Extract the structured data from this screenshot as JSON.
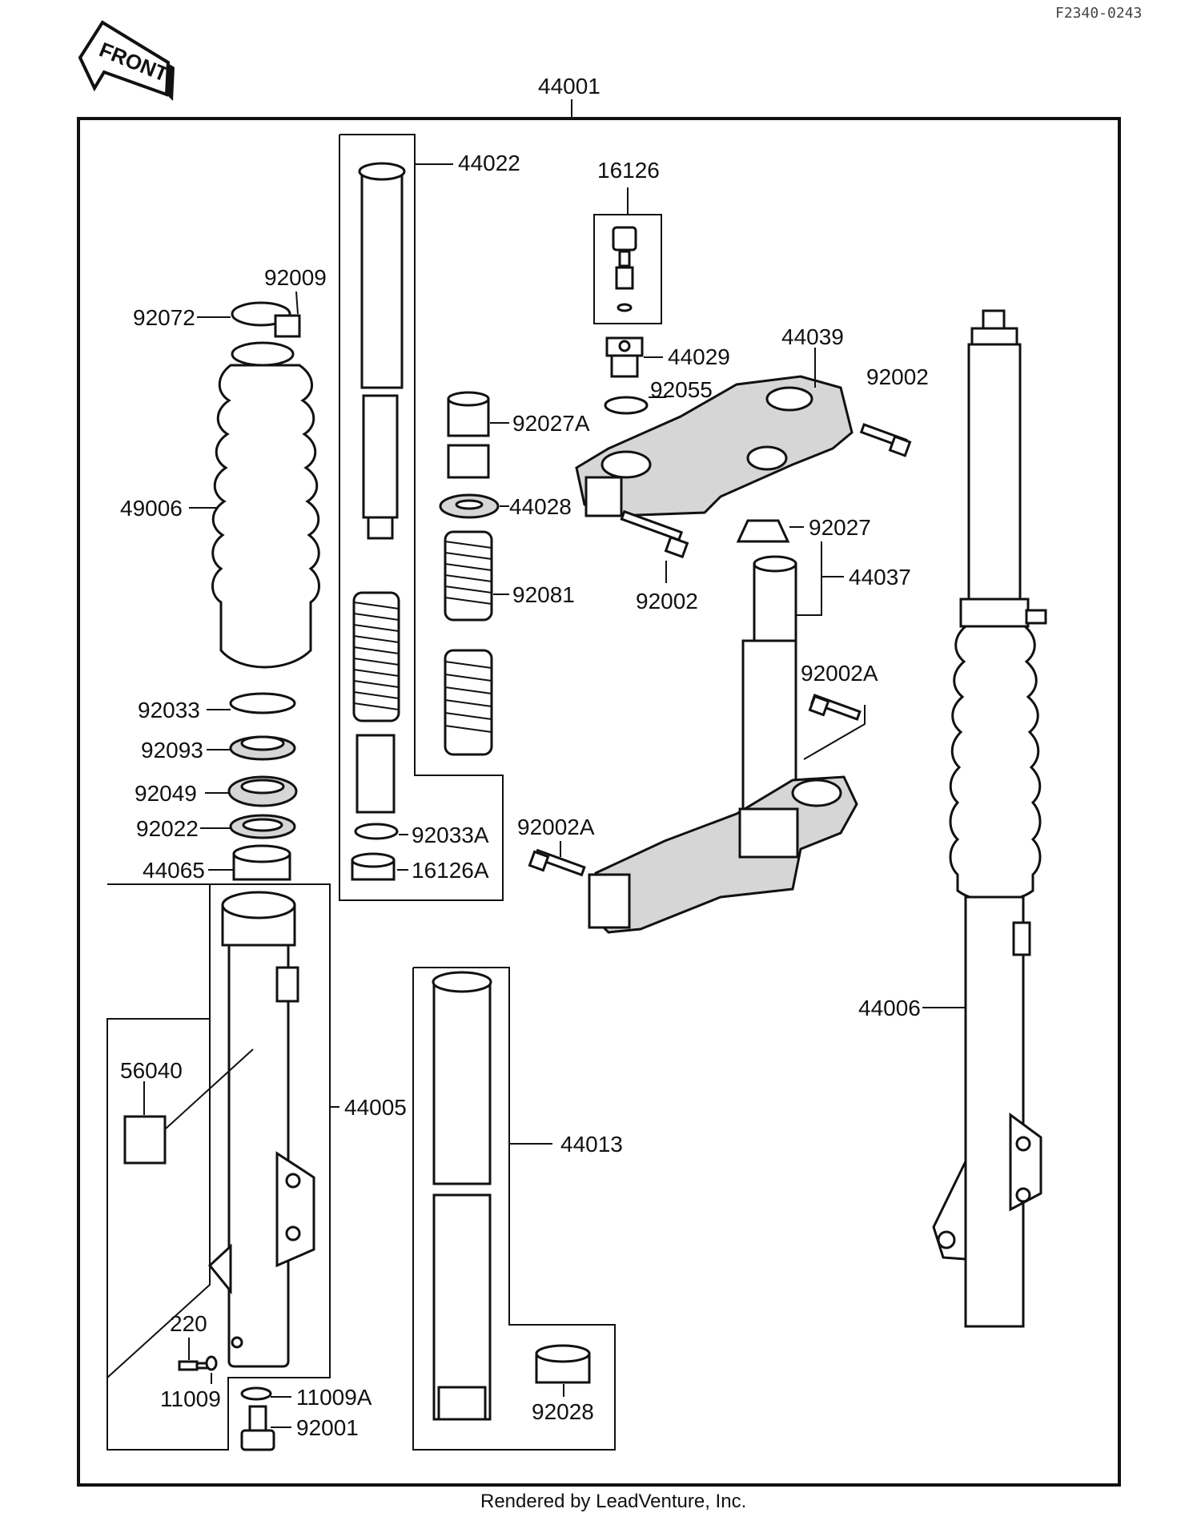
{
  "ref_code": "F2340-0243",
  "front_label": "FRONT",
  "footer": "Rendered by LeadVenture, Inc.",
  "callouts": {
    "p44001": "44001",
    "p44022": "44022",
    "p16126": "16126",
    "p92009": "92009",
    "p92072": "92072",
    "p44029": "44029",
    "p44039": "44039",
    "p92002_tr": "92002",
    "p92055": "92055",
    "p92027A": "92027A",
    "p49006": "49006",
    "p44028": "44028",
    "p92027": "92027",
    "p92002_c": "92002",
    "p44037": "44037",
    "p92081": "92081",
    "p92002A_r": "92002A",
    "p92033": "92033",
    "p92093": "92093",
    "p92049": "92049",
    "p92022": "92022",
    "p92033A": "92033A",
    "p92002A_l": "92002A",
    "p44065": "44065",
    "p16126A": "16126A",
    "p44006": "44006",
    "p56040": "56040",
    "p44005": "44005",
    "p44013": "44013",
    "p220": "220",
    "p11009": "11009",
    "p11009A": "11009A",
    "p92001": "92001",
    "p92028": "92028"
  }
}
